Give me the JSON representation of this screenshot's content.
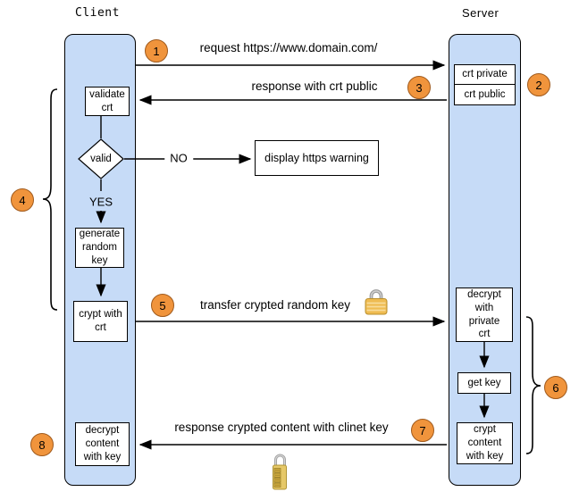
{
  "lanes": {
    "client": "Client",
    "server": "Server"
  },
  "badges": [
    "1",
    "2",
    "3",
    "4",
    "5",
    "6",
    "7",
    "8"
  ],
  "messages": {
    "request": "request https://www.domain.com/",
    "response_public": "response with crt public",
    "transfer_key": "transfer crypted random key",
    "response_content": "response crypted content with clinet key"
  },
  "client_flow": {
    "validate_crt": "validate\ncrt",
    "valid_check": "valid",
    "no_label": "NO",
    "yes_label": "YES",
    "https_warning": "display https warning",
    "generate_key": "generate\nrandom\nkey",
    "crypt_with_crt": "crypt with\ncrt",
    "decrypt_content": "decrypt\ncontent\nwith key"
  },
  "server_flow": {
    "crt_private": "crt private",
    "crt_public": "crt public",
    "decrypt_private": "decrypt\nwith\nprivate\ncrt",
    "get_key": "get key",
    "crypt_content": "crypt\ncontent\nwith key"
  },
  "icons": {
    "transfer_lock": "closed-padlock-icon",
    "content_lock": "combination-padlock-icon"
  },
  "colors": {
    "lane_fill": "#C6DBF7",
    "badge_fill": "#F0943C",
    "badge_border": "#A05A1C",
    "lock_gold": "#EFBC52",
    "shackle_gray": "#9C9C9C"
  }
}
